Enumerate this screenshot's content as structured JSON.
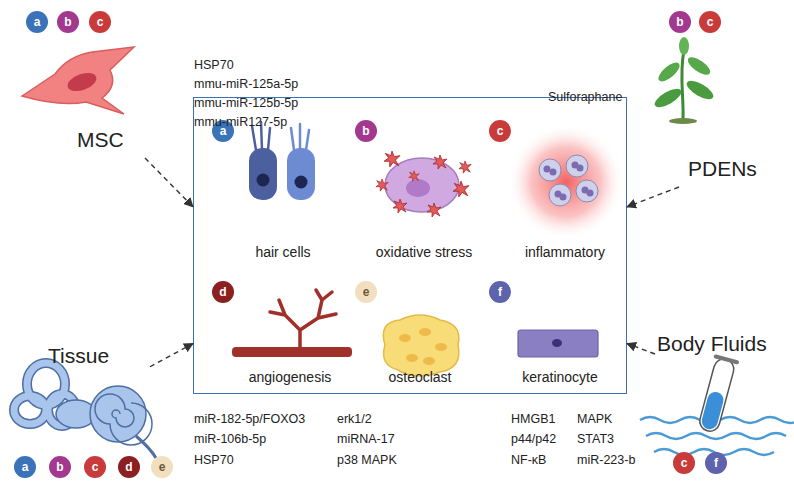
{
  "diagram": {
    "nodes": [
      {
        "text": [
          "MSC"
        ]
      },
      {
        "text": [
          "a"
        ]
      },
      {
        "text": [
          "b"
        ]
      },
      {
        "text": [
          "c"
        ]
      },
      {
        "text": [
          "PDENs"
        ]
      },
      {
        "text": [
          "b"
        ]
      },
      {
        "text": [
          "c"
        ]
      },
      {
        "text": []
      },
      {
        "text": [
          "a"
        ],
        "in": 7
      },
      {
        "text": [
          "b"
        ],
        "in": 7
      },
      {
        "text": [
          "c"
        ],
        "in": 7
      },
      {
        "text": [
          "d"
        ],
        "in": 7
      },
      {
        "text": [
          "e"
        ],
        "in": 7
      },
      {
        "text": [
          "f"
        ],
        "in": 7
      },
      {
        "text": [
          "Tissue"
        ]
      },
      {
        "text": [
          "a"
        ]
      },
      {
        "text": [
          "b"
        ]
      },
      {
        "text": [
          "c"
        ]
      },
      {
        "text": [
          "d"
        ]
      },
      {
        "text": [
          "e"
        ]
      },
      {
        "text": [
          "Body Fluids"
        ]
      },
      {
        "text": [
          "c"
        ]
      },
      {
        "text": [
          "f"
        ]
      }
    ],
    "edges": [
      {
        "from": 0,
        "to": 7,
        "arrow": "to"
      },
      {
        "from": 4,
        "to": 7,
        "arrow": "to"
      },
      {
        "from": 14,
        "to": 7,
        "arrow": "to"
      },
      {
        "from": 20,
        "to": 7,
        "arrow": "to"
      }
    ],
    "labels": [
      "HSP70",
      "mmu-miR-125a-5p",
      "mmu-miR-125b-5p",
      "mmu-miR127-5p",
      "Sulforaphane",
      "hair cells",
      "oxidative stress",
      "inflammatory",
      "angiogenesis",
      "osteoclast",
      "keratinocyte",
      "miR-182-5p/FOXO3",
      "miR-106b-5p",
      "HSP70",
      "erk1/2",
      "miRNA-17",
      "p38 MAPK",
      "HMGB1",
      "MAPK",
      "p44/p42",
      "STAT3",
      "NF-κB",
      "miR-223-b"
    ]
  }
}
